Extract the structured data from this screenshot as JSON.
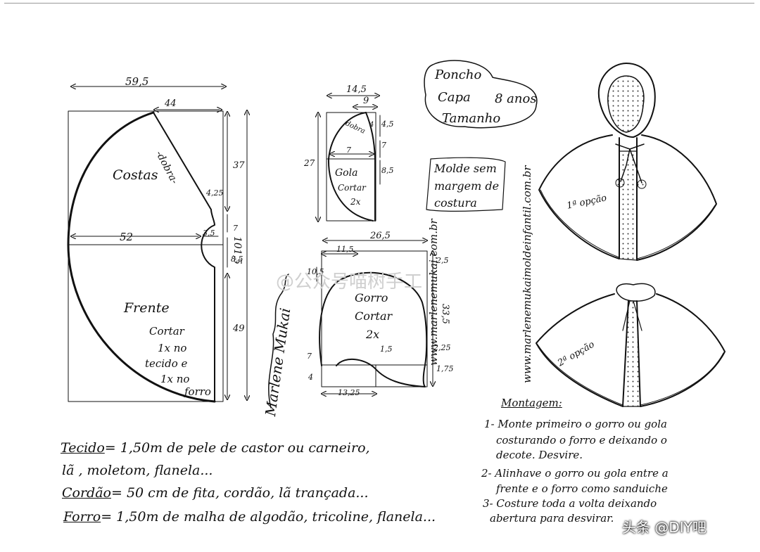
{
  "title": {
    "line1": "Poncho",
    "line2": "Capa",
    "line3": "Tamanho",
    "size": "8 anos"
  },
  "note": {
    "line1": "Molde sem",
    "line2": "margem de",
    "line3": "costura"
  },
  "urls": {
    "a": "www.marlenemukai.com.br",
    "b": "www.marlenemukaimoldeinfantil.com.br"
  },
  "pieces": {
    "costas": "Costas",
    "frente": "Frente",
    "frente_cut1": "Cortar",
    "frente_cut2": "1x no",
    "frente_cut3": "tecido e",
    "frente_cut4": "1x no",
    "frente_cut5": "forro",
    "dobra": "-dobra-",
    "gola": "Gola",
    "gola_cut": "Cortar",
    "gola_times": "2x",
    "gola_dobra": "dobra",
    "gorro": "Gorro",
    "gorro_cut": "Cortar",
    "gorro_times": "2x"
  },
  "dims": {
    "d595": "59,5",
    "d44": "44",
    "d37": "37",
    "d425": "4,25",
    "d52": "52",
    "d35": "3,5",
    "d7a": "7",
    "d85a": "8,5",
    "d1015": "101,5",
    "d49": "49",
    "d145": "14,5",
    "d9": "9",
    "d45": "4,5",
    "d4": "4",
    "d7b": "7",
    "d7c": "7",
    "d27": "27",
    "d85b": "8,5",
    "d265": "26,5",
    "d115": "11,5",
    "d25": "2,5",
    "d105": "10,5",
    "d335": "33,5",
    "d15": "1,5",
    "d225": "2,25",
    "d7d": "7",
    "d4b": "4",
    "d175": "1,75",
    "d1325": "13,25"
  },
  "options": {
    "opt1": "1ª opção",
    "opt2": "2ª opção"
  },
  "montagem": {
    "heading": "Montagem:",
    "s1a": "1- Monte primeiro o gorro ou gola",
    "s1b": "costurando o forro e deixando o",
    "s1c": "decote. Desvire.",
    "s2a": "2- Alinhave o gorro ou gola entre a",
    "s2b": "frente e o forro como sanduiche",
    "s3a": "3- Costure toda a volta deixando",
    "s3b": "abertura para desvirar."
  },
  "materials": {
    "tecido_k": "Tecido",
    "tecido_v": "= 1,50m de pele de castor ou carneiro,",
    "tecido_v2": "lã , moletom, flanela...",
    "cordao_k": "Cordão",
    "cordao_v": "= 50 cm de fita, cordão, lã trançada...",
    "forro_k": "Forro",
    "forro_v": "= 1,50m de malha de algodão, tricoline, flanela..."
  },
  "signature": "Marlene Mukai",
  "watermark": "@公众号喵树手工",
  "badge": "头条 @DIY吧"
}
